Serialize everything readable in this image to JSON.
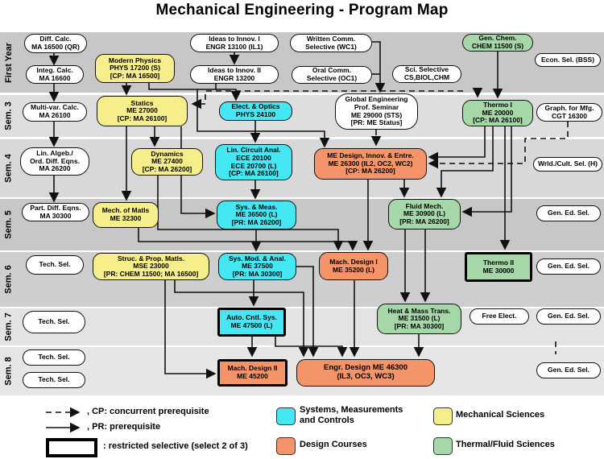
{
  "title": "Mechanical Engineering - Program Map",
  "rows": {
    "first_year": {
      "label": "First Year"
    },
    "sem3": {
      "label": "Sem. 3"
    },
    "sem4": {
      "label": "Sem. 4"
    },
    "sem5": {
      "label": "Sem. 5"
    },
    "sem6": {
      "label": "Sem. 6"
    },
    "sem7": {
      "label": "Sem. 7"
    },
    "sem8": {
      "label": "Sem. 8"
    }
  },
  "nodes": {
    "diff_calc": {
      "label": "Diff. Calc.\nMA 16500 (QR)"
    },
    "integ_calc": {
      "label": "Integ. Calc.\nMA 16600"
    },
    "mod_phys": {
      "label": "Modern Physics\nPHYS 17200 (S)\n[CP: MA 16500]"
    },
    "ideas1": {
      "label": "Ideas to Innov. I\nENGR 13100 (IL1)"
    },
    "ideas2": {
      "label": "Ideas to Innov. II\nENGR 13200"
    },
    "written": {
      "label": "Written Comm.\nSelective (WC1)"
    },
    "oral": {
      "label": "Oral Comm.\nSelective (OC1)"
    },
    "sci_sel": {
      "label": "Sci. Selective\nCS,BIOL,CHM"
    },
    "gen_chem": {
      "label": "Gen. Chem.\nCHEM 11500 (S)"
    },
    "econ": {
      "label": "Econ. Sel. (BSS)"
    },
    "multivar": {
      "label": "Multi-var. Calc.\nMA 26100"
    },
    "statics": {
      "label": "Statics\nME 27000\n[CP: MA 26100]"
    },
    "elect_optics": {
      "label": "Elect. & Optics\nPHYS 24100"
    },
    "global_eng": {
      "label": "Global Engineering\nProf. Seminar\nME 29000 (STS)\n[PR: ME Status]"
    },
    "thermo1": {
      "label": "Thermo I\nME 20000\n[CP: MA 26100]"
    },
    "cgt": {
      "label": "Graph. for Mfg.\nCGT 16300"
    },
    "lin_algeb": {
      "label": "Lin. Algeb./\nOrd. Diff. Eqns.\nMA 26200"
    },
    "dynamics": {
      "label": "Dynamics\nME 27400\n[CP: MA 26200]"
    },
    "lin_circuit": {
      "label": "Lin. Circuit Anal.\nECE 20100\nECE 20700 (L)\n[CP: MA 26100]"
    },
    "me_design": {
      "label": "ME Design, Innov. & Entre.\nME 26300 (IL2, OC2, WC2)\n[CP: MA 26200]"
    },
    "wrld": {
      "label": "Wrld./Cult. Sel. (H)"
    },
    "part_diff": {
      "label": "Part. Diff. Eqns.\nMA 30300"
    },
    "mech_matls": {
      "label": "Mech. of Matls\nME 32300"
    },
    "sys_meas": {
      "label": "Sys. & Meas.\nME 36500 (L)\n[PR: MA 26200]"
    },
    "fluid": {
      "label": "Fluid Mech.\nME 30900 (L)\n[PR: MA 26200]"
    },
    "gen_ed5": {
      "label": "Gen. Ed. Sel."
    },
    "tech6": {
      "label": "Tech. Sel."
    },
    "struc": {
      "label": "Struc. & Prop. Matls.\nMSE 23000\n[PR: CHEM 11500; MA 16500]"
    },
    "sys_mod": {
      "label": "Sys. Mod. & Anal.\nME 37500\n[PR: MA 30300]"
    },
    "mach1": {
      "label": "Mach. Design I\nME 35200 (L)"
    },
    "thermo2": {
      "label": "Thermo II\nME 30000"
    },
    "gen_ed6": {
      "label": "Gen. Ed. Sel."
    },
    "tech7": {
      "label": "Tech. Sel."
    },
    "auto_cntl": {
      "label": "Auto. Cntl. Sys.\nME 47500 (L)"
    },
    "heat": {
      "label": "Heat & Mass Trans.\nME 31500 (L)\n[PR: MA 30300]"
    },
    "free": {
      "label": "Free Elect."
    },
    "gen_ed7": {
      "label": "Gen. Ed. Sel."
    },
    "tech8a": {
      "label": "Tech. Sel."
    },
    "tech8b": {
      "label": "Tech. Sel."
    },
    "mach2": {
      "label": "Mach. Design II\nME 45200"
    },
    "engr": {
      "label": "Engr. Design  ME 46300\n(IL3, OC3, WC3)"
    },
    "gen_ed8": {
      "label": "Gen. Ed. Sel."
    }
  },
  "legend": {
    "cp": ", CP: concurrent prerequisite",
    "pr": ", PR: prerequisite",
    "restricted": ": restricted selective (select 2 of 3)",
    "categories": [
      {
        "label": "Systems, Measurements\nand Controls",
        "color": "#45e8f2"
      },
      {
        "label": "Mechanical Sciences",
        "color": "#f5ee8b"
      },
      {
        "label": "Design Courses",
        "color": "#f49468"
      },
      {
        "label": "Thermal/Fluid Sciences",
        "color": "#a5d7a8"
      }
    ]
  }
}
